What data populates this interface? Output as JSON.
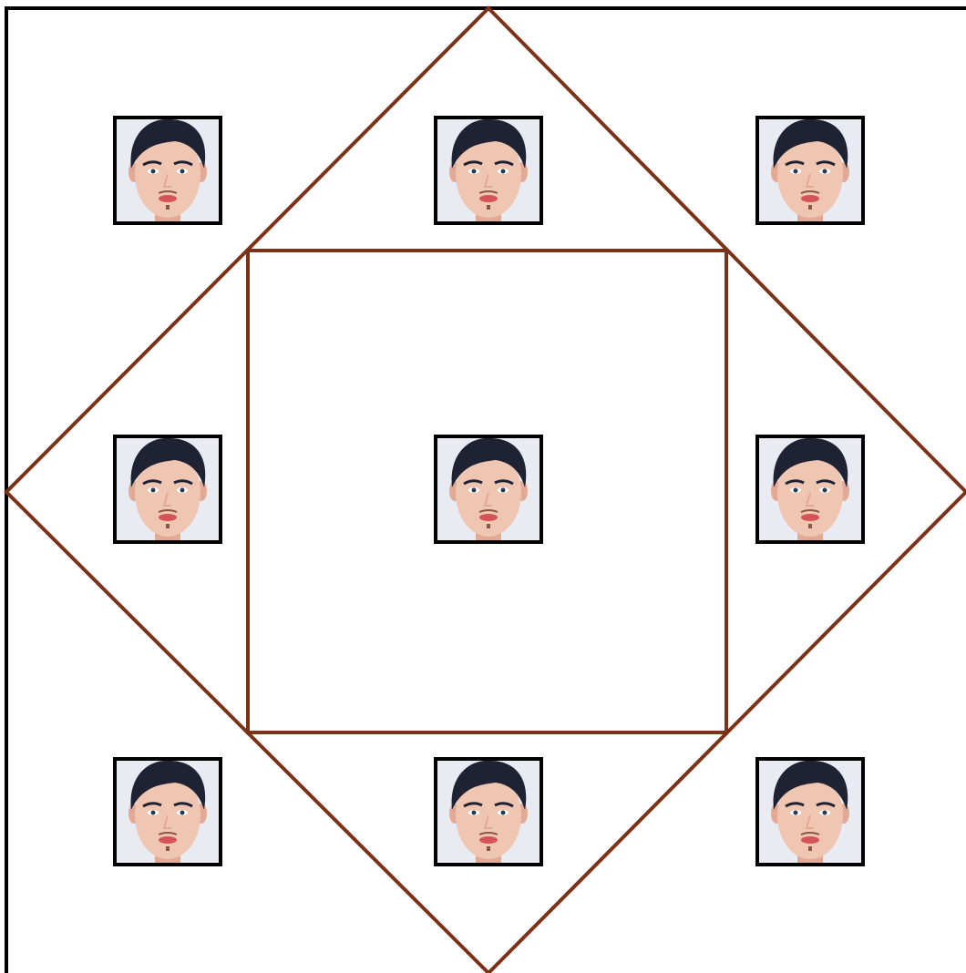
{
  "colors": {
    "background": "#ffffff",
    "outer_border": "#000000",
    "shape_stroke": "#7a3218",
    "tile_border": "#000000",
    "tile_background": "#e9ebf3",
    "hair": "#1f2233",
    "skin": "#efc6b2",
    "skin_shade": "#e2a994",
    "eye": "#2b3a4f",
    "lips": "#d4545a",
    "beard": "#8a5a48"
  },
  "shapes": {
    "outer_frame": "square",
    "diamond": "rotated square",
    "inner_square": "square"
  },
  "tiles": {
    "rows": 3,
    "columns": 3,
    "content": "face-photo",
    "count": 9
  }
}
